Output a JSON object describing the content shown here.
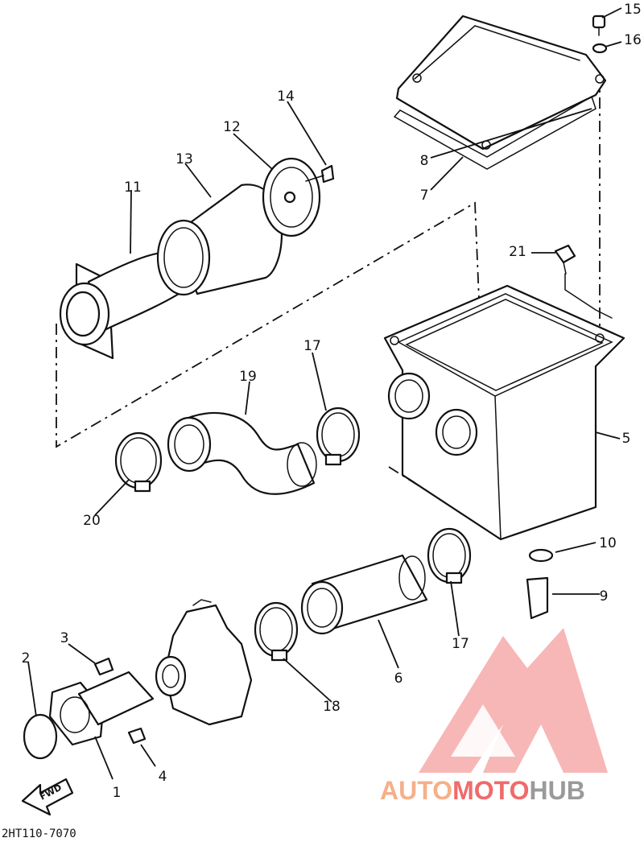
{
  "diagram": {
    "drawing_code": "2HT110-7070",
    "fwd_label": "FWD",
    "parts": [
      {
        "id": "p1",
        "number": "1"
      },
      {
        "id": "p2",
        "number": "2"
      },
      {
        "id": "p3",
        "number": "3"
      },
      {
        "id": "p4",
        "number": "4"
      },
      {
        "id": "p5",
        "number": "5"
      },
      {
        "id": "p6",
        "number": "6"
      },
      {
        "id": "p7",
        "number": "7"
      },
      {
        "id": "p8",
        "number": "8"
      },
      {
        "id": "p9",
        "number": "9"
      },
      {
        "id": "p10",
        "number": "10"
      },
      {
        "id": "p11",
        "number": "11"
      },
      {
        "id": "p12",
        "number": "12"
      },
      {
        "id": "p13",
        "number": "13"
      },
      {
        "id": "p14",
        "number": "14"
      },
      {
        "id": "p15",
        "number": "15"
      },
      {
        "id": "p16",
        "number": "16"
      },
      {
        "id": "p17a",
        "number": "17"
      },
      {
        "id": "p17b",
        "number": "17"
      },
      {
        "id": "p18",
        "number": "18"
      },
      {
        "id": "p19",
        "number": "19"
      },
      {
        "id": "p20",
        "number": "20"
      },
      {
        "id": "p21",
        "number": "21"
      }
    ]
  },
  "watermark": {
    "part1": "AUTO",
    "part2": "MOTO",
    "part3": "HUB",
    "color_orange": "#f5b08a",
    "color_red": "#f06a6a",
    "color_gray": "#9a9a9a"
  }
}
